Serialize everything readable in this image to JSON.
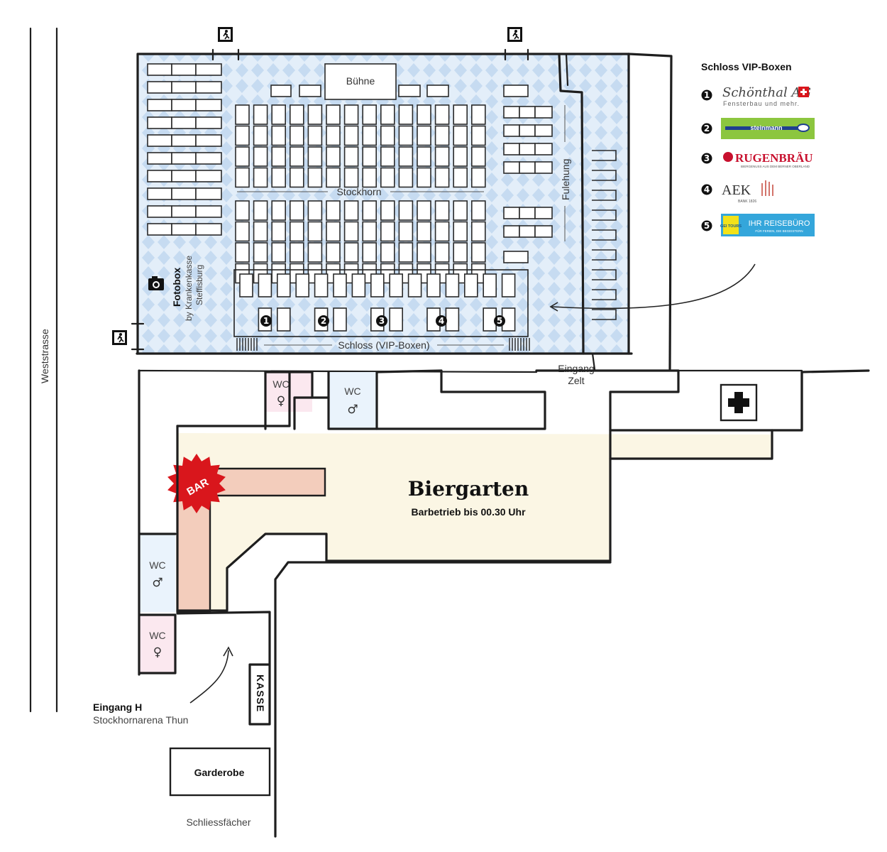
{
  "map": {
    "street": "Weststrasse",
    "stage": "Bühne",
    "hall_main": "Stockhorn",
    "hall_side": "Fulehung",
    "vip_area": "Schloss (VIP-Boxen)",
    "tent_entrance": [
      "Eingang",
      "Zelt"
    ],
    "fotobox": {
      "title": "Fotobox",
      "line1": "by Krankenkasse",
      "line2": "Steffisburg"
    },
    "beer_garden": {
      "title": "Biergarten",
      "subtitle": "Barbetrieb bis 00.30 Uhr"
    },
    "bar": "BAR",
    "wc_label": "WC",
    "symbol_female": "♀",
    "symbol_male": "♂",
    "cashier": "KASSE",
    "cloakroom": "Garderobe",
    "lockers": "Schliessfächer",
    "entrance": {
      "title": "Eingang H",
      "subtitle": "Stockhornarena Thun"
    },
    "vip_numbers": [
      "1",
      "2",
      "3",
      "4",
      "5"
    ]
  },
  "legend": {
    "title": "Schloss VIP-Boxen",
    "items": [
      {
        "number": "1",
        "name": "Schönthal AG",
        "tagline": "Fensterbau und mehr."
      },
      {
        "number": "2",
        "name": "steinmann"
      },
      {
        "number": "3",
        "name": "RUGENBRÄU",
        "tagline": "BIERGENUSS AUS DEM BERNER OBERLAND"
      },
      {
        "number": "4",
        "name": "AEK",
        "tagline": "BANK 1826"
      },
      {
        "number": "5",
        "name": "IHR REISEBÜRO",
        "badge": "GEI TOURS",
        "tagline": "FÜR FERIEN, DIE BEGEISTERN"
      }
    ]
  },
  "colors": {
    "tent_floor": "#e3eef9",
    "tent_pattern": "#c6dbf1",
    "beer_garden": "#fbf6e4",
    "bar": "#f3cdbc",
    "wc_female": "#fbe8ef",
    "wc_male": "#eaf3fc",
    "bar_star": "#d9161c",
    "steinmann_green": "#8cc63f",
    "rugenbrau_red": "#c8102e",
    "reiseburo_blue": "#34a6db"
  },
  "icons": [
    "emergency-exit-icon",
    "camera-icon",
    "first-aid-icon",
    "swiss-flag-icon",
    "curved-arrow-icon"
  ]
}
